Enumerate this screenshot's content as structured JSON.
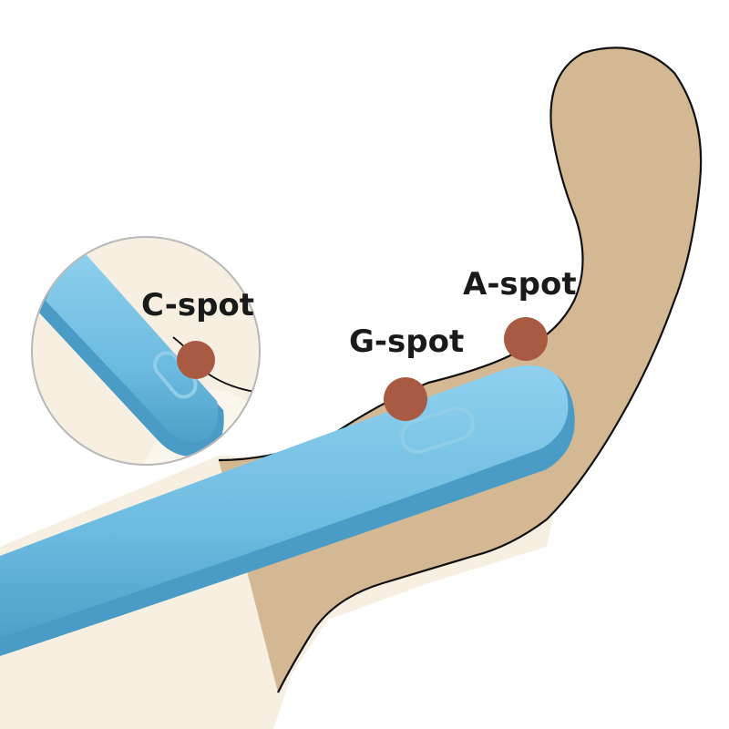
{
  "labels": {
    "c_spot": "C-spot",
    "g_spot": "G-spot",
    "a_spot": "A-spot"
  },
  "colors": {
    "tissue": "#d4b894",
    "tissue_light": "#f6efe2",
    "outline": "#111111",
    "device": "#6fbde0",
    "device_dark": "#4a9cc6",
    "device_light": "#9fd6ef",
    "spot": "#a85a42",
    "inset_border": "#b8b8b8"
  }
}
